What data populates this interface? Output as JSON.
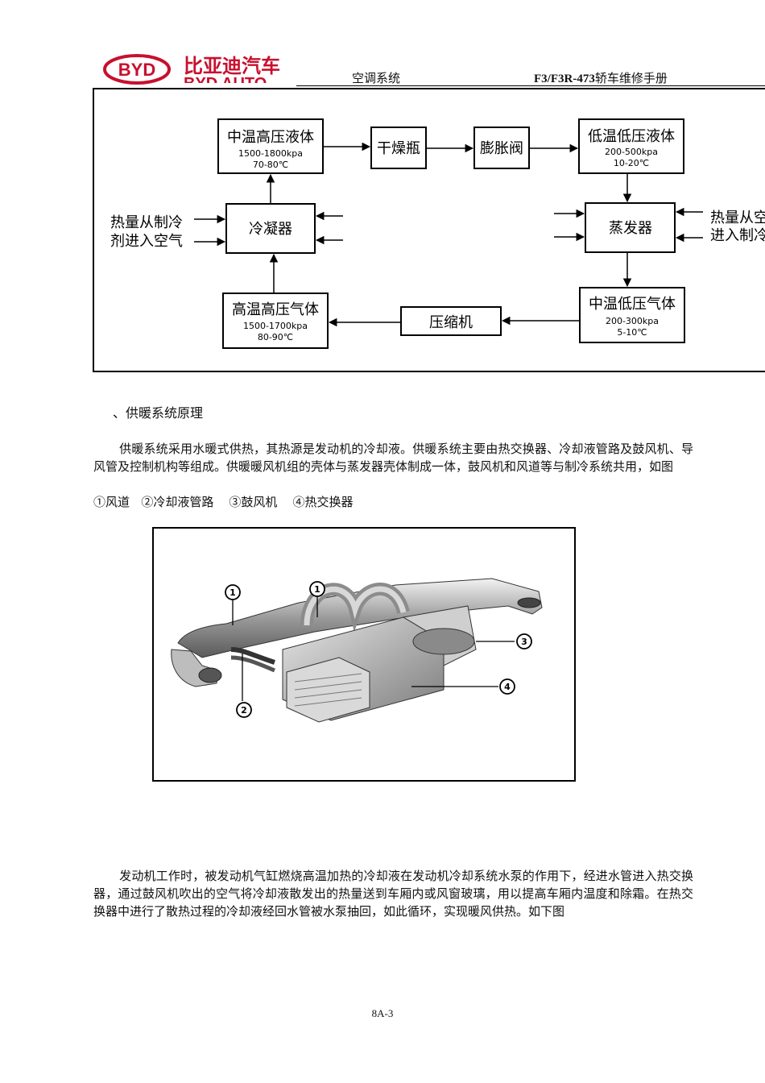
{
  "header": {
    "logo_text": "BYD",
    "brand_cn": "比亚迪汽车",
    "brand_en": "BYD AUTO",
    "section": "空调系统",
    "manual_model": "F3/F3R-473",
    "manual_suffix": "轿车维修手册"
  },
  "flow": {
    "box_mid_temp_high_liquid": {
      "title": "中温高压液体",
      "l1": "1500-1800kpa",
      "l2": "70-80℃"
    },
    "box_dryer": {
      "title": "干燥瓶"
    },
    "box_expansion": {
      "title": "膨胀阀"
    },
    "box_low_temp_low_liquid": {
      "title": "低温低压液体",
      "l1": "200-500kpa",
      "l2": "10-20℃"
    },
    "box_condenser": {
      "title": "冷凝器"
    },
    "box_evaporator": {
      "title": "蒸发器"
    },
    "box_high_temp_high_gas": {
      "title": "高温高压气体",
      "l1": "1500-1700kpa",
      "l2": "80-90℃"
    },
    "box_compressor": {
      "title": "压缩机"
    },
    "box_mid_temp_low_gas": {
      "title": "中温低压气体",
      "l1": "200-300kpa",
      "l2": "5-10℃"
    },
    "left_note_1": "热量从制冷",
    "left_note_2": "剂进入空气",
    "right_note_1": "热量从空",
    "right_note_2": "进入制冷"
  },
  "section_title": "、供暖系统原理",
  "para1": "供暖系统采用水暖式供热，其热源是发动机的冷却液。供暖系统主要由热交换器、冷却液管路及鼓风机、导风管及控制机构等组成。供暖暖风机组的壳体与蒸发器壳体制成一体，鼓风机和风道等与制冷系统共用，如图",
  "legend": [
    "①风道",
    "②冷却液管路",
    "③鼓风机",
    "④热交换器"
  ],
  "figure": {
    "callouts": [
      "1",
      "1",
      "2",
      "3",
      "4"
    ]
  },
  "para2": "发动机工作时，被发动机气缸燃烧高温加热的冷却液在发动机冷却系统水泵的作用下，经进水管进入热交换器，通过鼓风机吹出的空气将冷却液散发出的热量送到车厢内或风窗玻璃，用以提高车厢内温度和除霜。在热交换器中进行了散热过程的冷却液经回水管被水泵抽回，如此循环，实现暖风供热。如下图",
  "page_number": "8A-3"
}
